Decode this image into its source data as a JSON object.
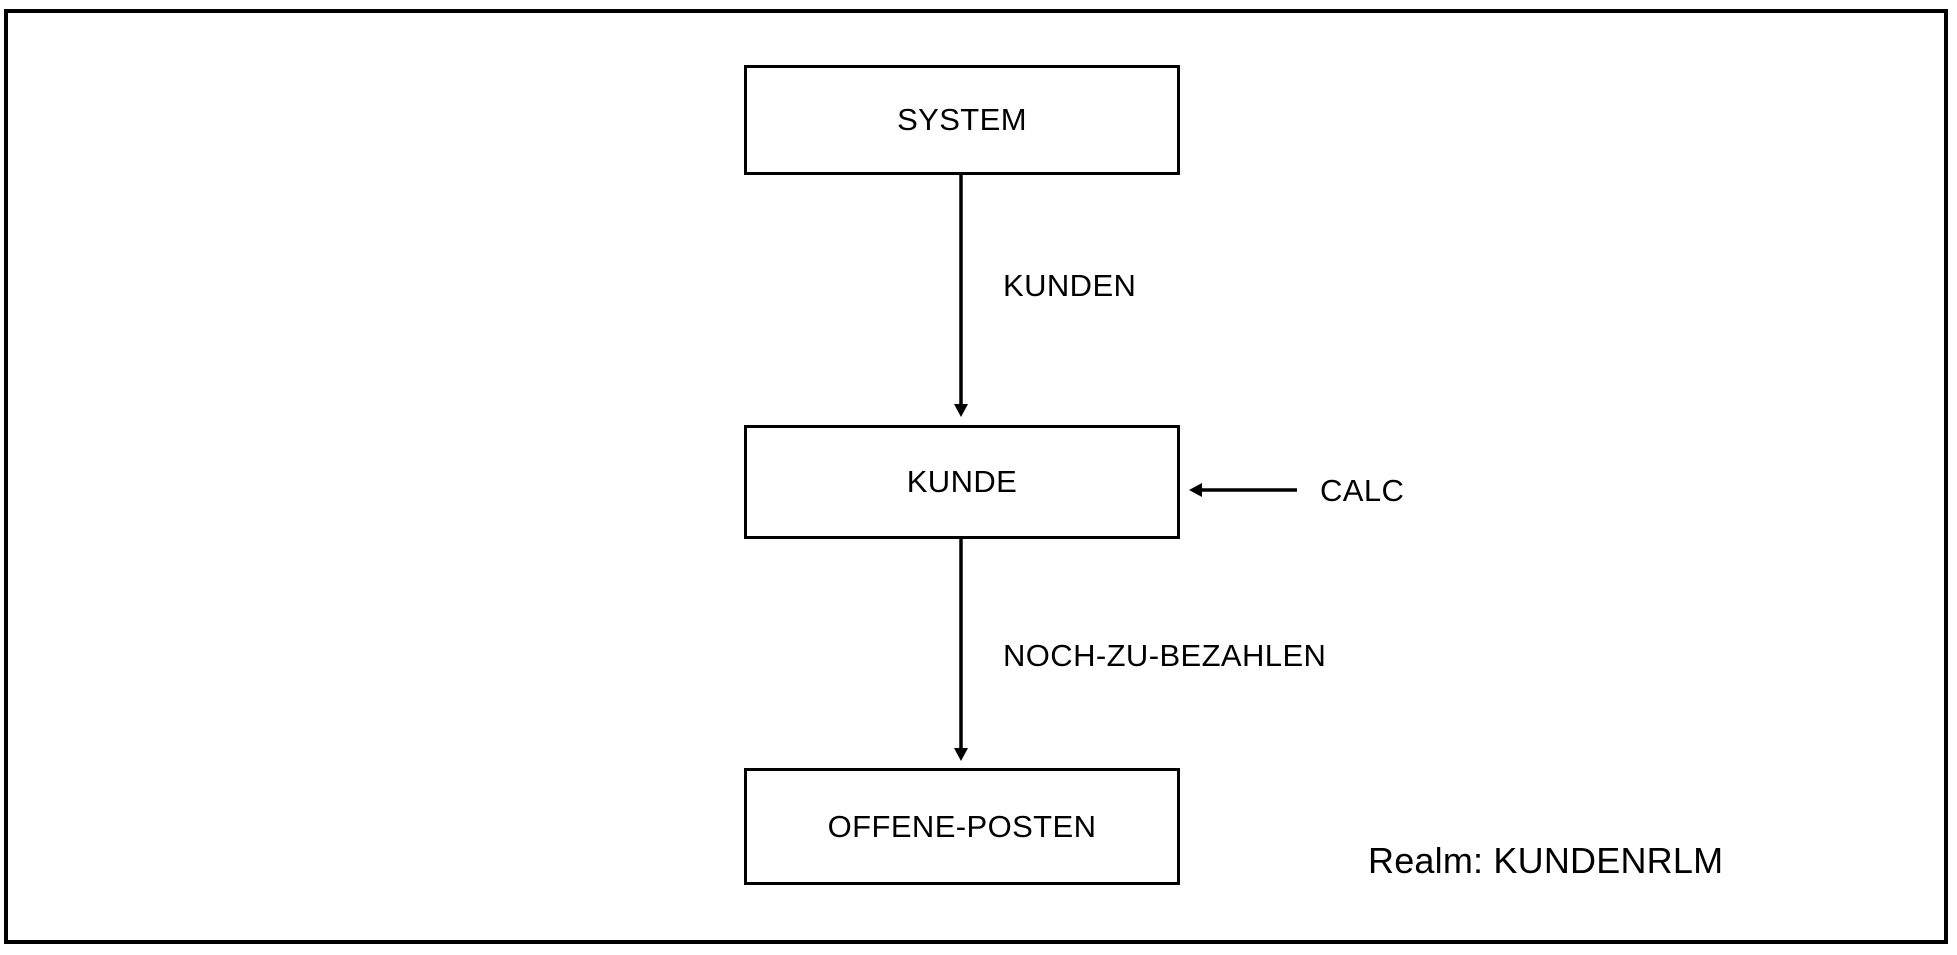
{
  "diagram": {
    "type": "flow-diagram",
    "title": "",
    "frame_border_color": "#000000",
    "background_color": "#ffffff",
    "text_color": "#000000",
    "nodes": [
      {
        "id": "system",
        "label": "SYSTEM"
      },
      {
        "id": "kunde",
        "label": "KUNDE"
      },
      {
        "id": "offene_posten",
        "label": "OFFENE-POSTEN"
      }
    ],
    "edges": [
      {
        "id": "system_to_kunde",
        "from": "SYSTEM",
        "to": "KUNDE",
        "label": "KUNDEN",
        "direction": "down"
      },
      {
        "id": "kunde_to_offene",
        "from": "KUNDE",
        "to": "OFFENE-POSTEN",
        "label": "NOCH-ZU-BEZAHLEN",
        "direction": "down"
      },
      {
        "id": "calc_to_kunde",
        "from": "CALC",
        "to": "KUNDE",
        "label": "CALC",
        "direction": "left"
      }
    ],
    "external_labels": [
      {
        "id": "calc",
        "label": "CALC"
      }
    ],
    "footer": {
      "realm": "Realm: KUNDENRLM"
    }
  }
}
